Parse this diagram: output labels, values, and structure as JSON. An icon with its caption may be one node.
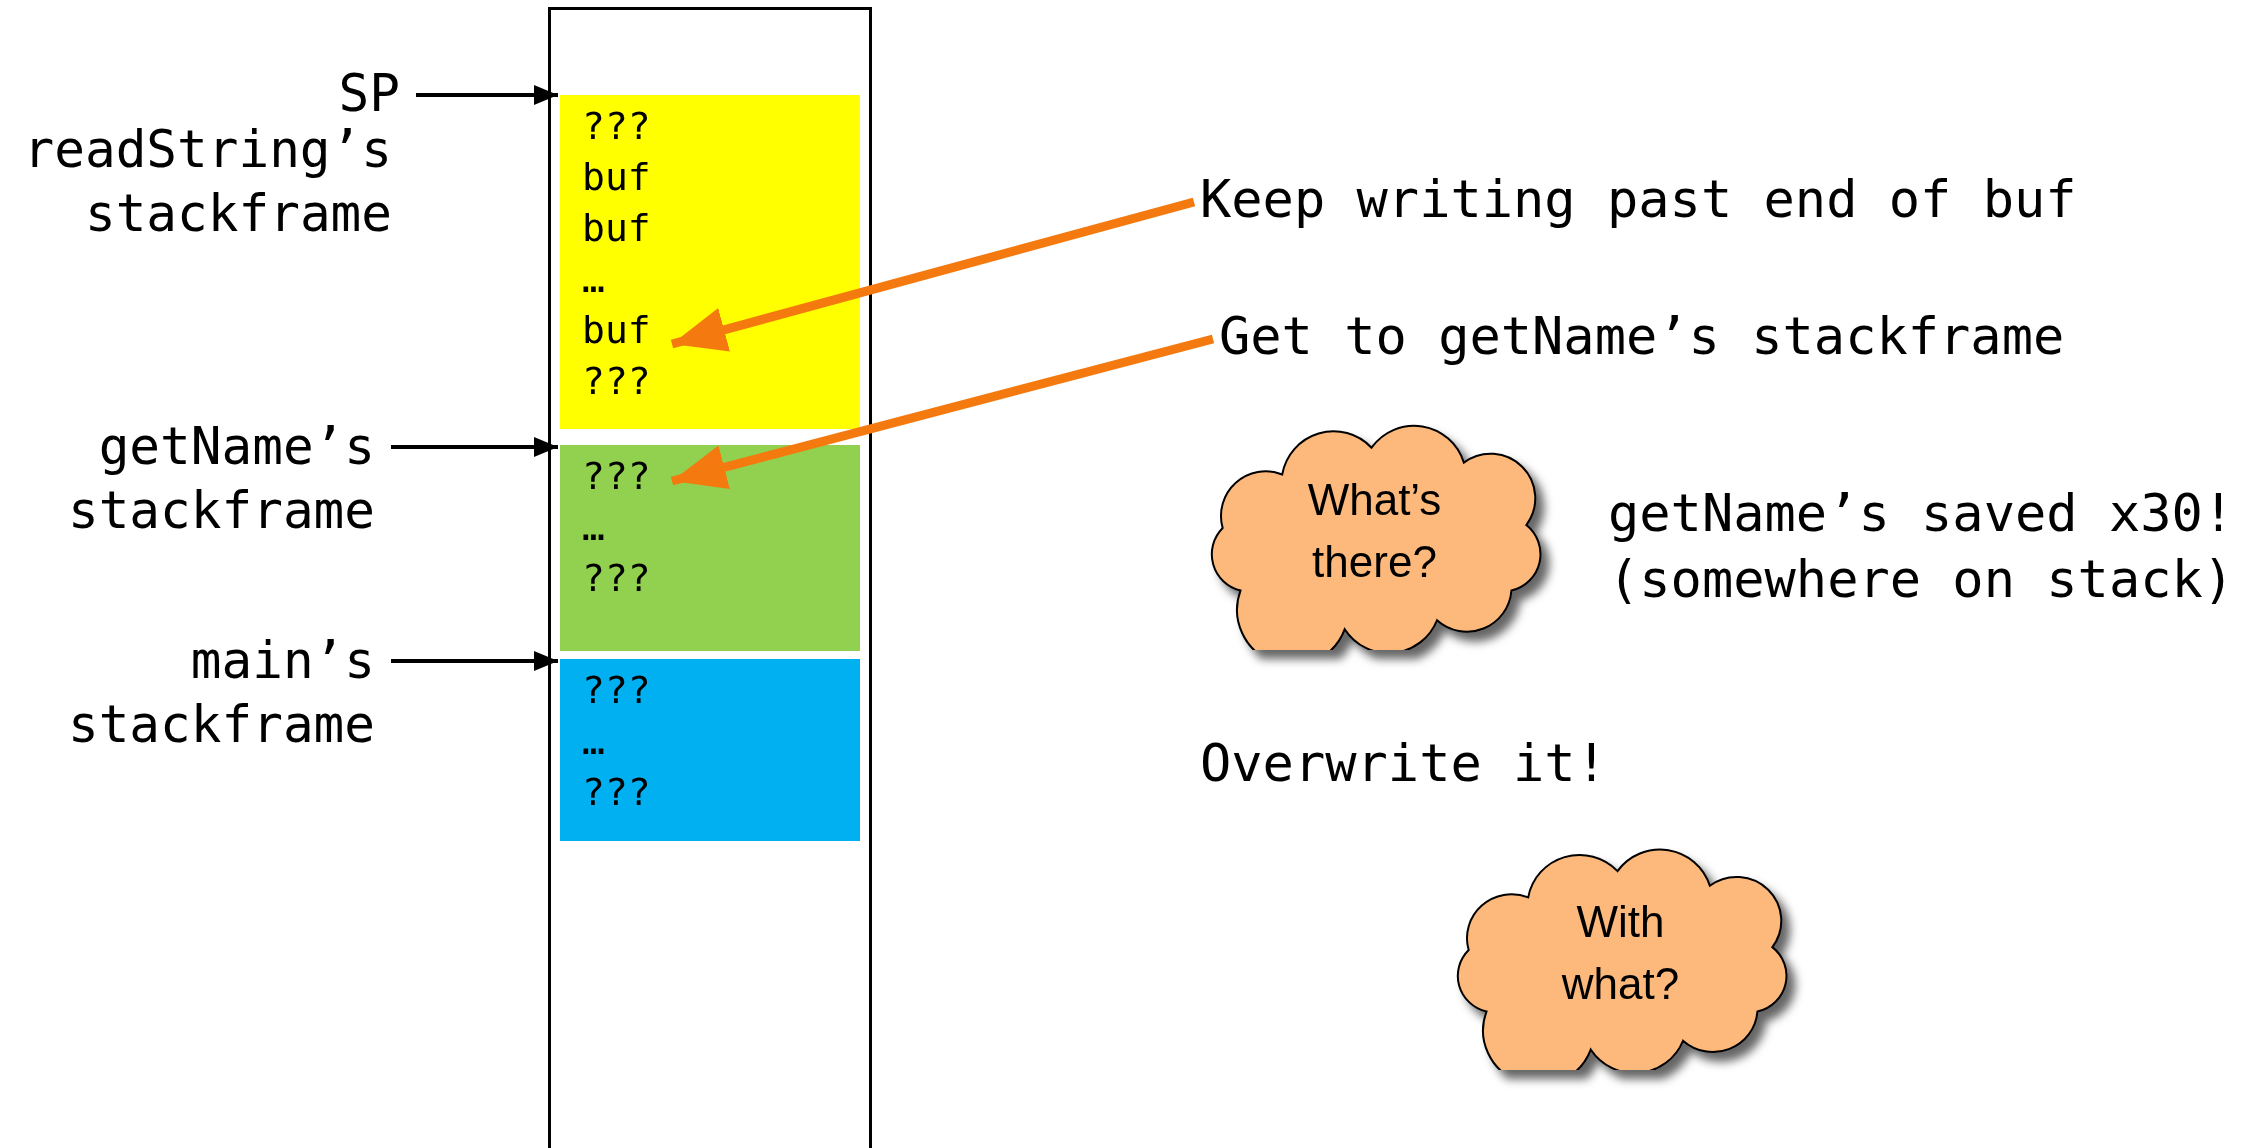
{
  "diagram": {
    "nodes": [
      {
        "text": [],
        "shape": "box"
      },
      {
        "text": [
          "???",
          "buf",
          "buf",
          "…",
          "buf",
          "???"
        ],
        "in": 0
      },
      {
        "text": [
          "???",
          "…",
          "???"
        ],
        "in": 0
      },
      {
        "text": [
          "???",
          "…",
          "???"
        ],
        "in": 0
      },
      {
        "text": [
          "SP"
        ]
      },
      {
        "text": [
          "getName’s stackframe"
        ]
      },
      {
        "text": [
          "main’s stackframe"
        ]
      },
      {
        "text": [
          "Keep writing past end of buf"
        ]
      },
      {
        "text": [
          "Get to getName’s stackframe"
        ]
      },
      {
        "text": [
          "What’s there?"
        ]
      },
      {
        "text": [
          "With what?"
        ]
      }
    ],
    "edges": [
      {
        "from": 4,
        "to": 1,
        "arrow": "to"
      },
      {
        "from": 5,
        "to": 2,
        "arrow": "to"
      },
      {
        "from": 6,
        "to": 3,
        "arrow": "to"
      },
      {
        "from": 7,
        "to": 1,
        "arrow": "to",
        "style": "thick",
        "color": "#f47a0f"
      },
      {
        "from": 8,
        "to": 2,
        "arrow": "to",
        "style": "thick",
        "color": "#f47a0f"
      }
    ],
    "labels": [
      "readString’s stackframe",
      "getName’s saved x30! (somewhere on stack)",
      "Overwrite it!"
    ]
  }
}
